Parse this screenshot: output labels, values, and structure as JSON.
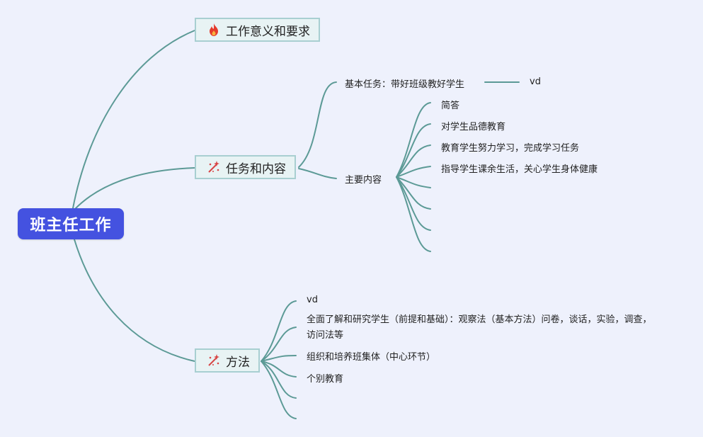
{
  "root": {
    "label": "班主任工作"
  },
  "topics": {
    "t1": {
      "label": "工作意义和要求",
      "icon": "fire-icon"
    },
    "t2": {
      "label": "任务和内容",
      "icon": "sparkle-icon"
    },
    "t3": {
      "label": "方法",
      "icon": "sparkle-icon"
    }
  },
  "task": {
    "basic": "基本任务：带好班级教好学生",
    "basic_note": "vd",
    "main": "主要内容",
    "items": [
      "简答",
      "对学生品德教育",
      "教育学生努力学习，完成学习任务",
      "指导学生课余生活，关心学生身体健康"
    ]
  },
  "method": {
    "items": [
      "vd",
      "全面了解和研究学生（前提和基础）：观察法（基本方法）问卷，谈话，实验，调查，访问法等",
      "组织和培养班集体（中心环节）",
      "个别教育"
    ]
  },
  "colors": {
    "root_bg": "#4452e0",
    "line": "#5c9a96",
    "topic_bg": "#e8f3f4",
    "topic_border": "#a8cfd1",
    "fire": "#e53b2c",
    "sparkle": "#d84545"
  }
}
